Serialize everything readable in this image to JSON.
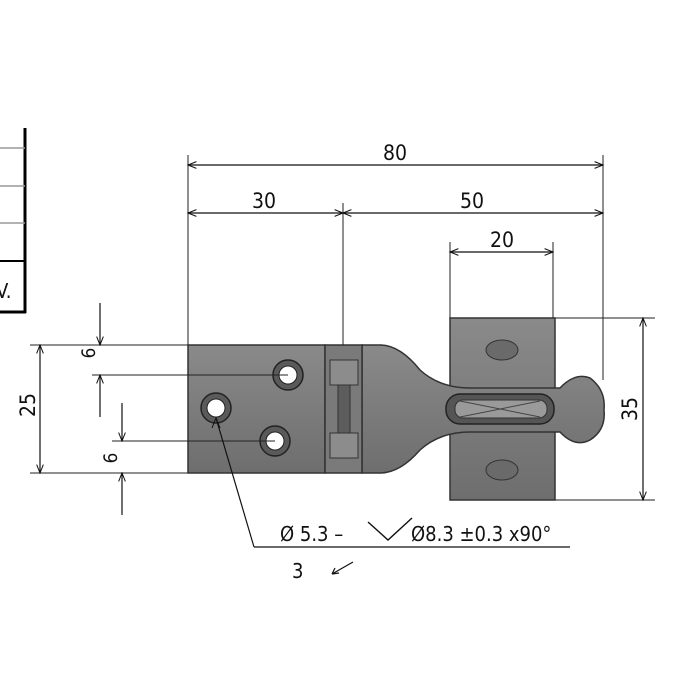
{
  "title_block": {
    "partial_text": "V."
  },
  "dimensions": {
    "overall_length": "80",
    "left_length": "30",
    "right_length": "50",
    "staple_width": "20",
    "staple_height": "35",
    "plate_height": "25",
    "hole_offset_top": "6",
    "hole_offset_bottom": "6"
  },
  "callout": {
    "hole_spec_prefix": "Ø 5.3 –",
    "hole_spec_suffix": "Ø8.3 ±0.3 x90°",
    "quantity_partial": "3"
  },
  "colors": {
    "part_fill": "#7d7d7d",
    "part_dark": "#555555",
    "line": "#111111"
  }
}
